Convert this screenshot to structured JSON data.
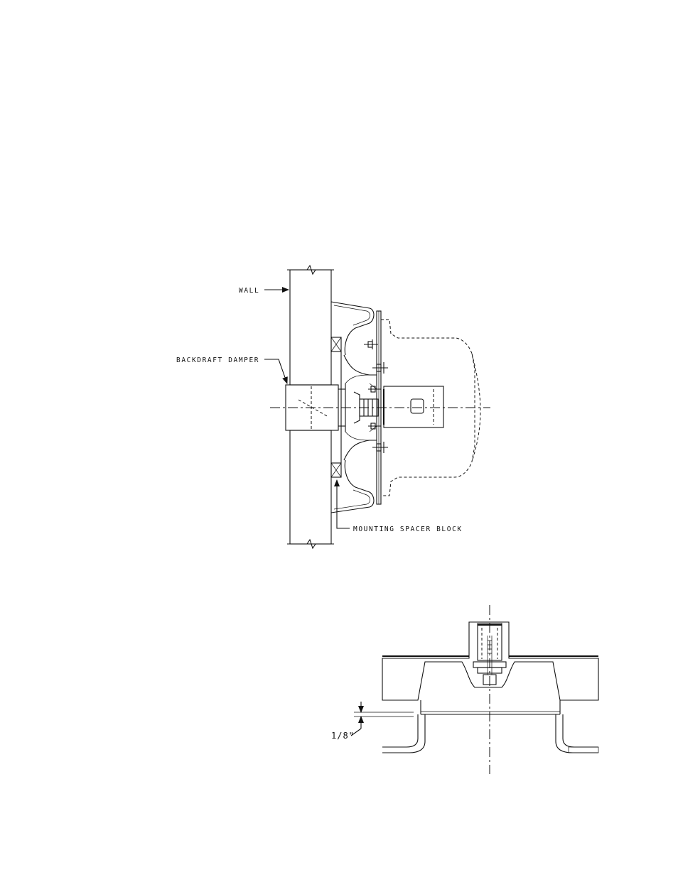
{
  "figure_1": {
    "labels": {
      "wall": "WALL",
      "backdraft_damper": "BACKDRAFT DAMPER",
      "mounting_spacer_block": "MOUNTING SPACER BLOCK"
    }
  },
  "figure_2": {
    "dimension": "1/8\""
  },
  "colors": {
    "line": "#111111",
    "background": "#ffffff"
  }
}
